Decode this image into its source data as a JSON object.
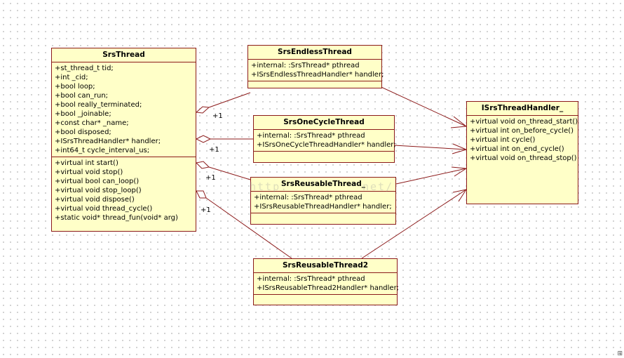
{
  "classes": [
    {
      "id": "srsthread",
      "name": "SrsThread",
      "attributes": [
        "+st_thread_t tid;",
        "+int _cid;",
        "+bool loop;",
        "+bool can_run;",
        "+bool really_terminated;",
        "+bool _joinable;",
        "+const char* _name;",
        "+bool disposed;",
        "+ISrsThreadHandler* handler;",
        "+int64_t cycle_interval_us;"
      ],
      "methods": [
        "+virtual int start()",
        "+virtual void stop()",
        "+virtual bool can_loop()",
        "+virtual void stop_loop()",
        "+virtual void dispose()",
        "+virtual void thread_cycle()",
        "+static void* thread_fun(void* arg)"
      ]
    },
    {
      "id": "endless",
      "name": "SrsEndlessThread",
      "attributes": [
        "+internal: :SrsThread* pthread",
        "+ISrsEndlessThreadHandler* handler;"
      ],
      "methods": []
    },
    {
      "id": "onecycle",
      "name": "SrsOneCycleThread",
      "attributes": [
        "+internal: :SrsThread* pthread",
        "+ISrsOneCycleThreadHandler* handler;"
      ],
      "methods": []
    },
    {
      "id": "reusable",
      "name": "SrsReusableThread_",
      "attributes": [
        "+internal: :SrsThread* pthread",
        "+ISrsReusableThreadHandler* handler;"
      ],
      "methods": []
    },
    {
      "id": "reusable2",
      "name": "SrsReusableThread2",
      "attributes": [
        "+internal: :SrsThread* pthread",
        "+ISrsReusableThread2Handler* handler;"
      ],
      "methods": []
    },
    {
      "id": "handler",
      "name": "ISrsThreadHandler_",
      "attributes": [],
      "methods": [
        "+virtual void on_thread_start()",
        "+virtual int on_before_cycle()",
        "+virtual int cycle()",
        "+virtual int on_end_cycle()",
        "+virtual void on_thread_stop()"
      ]
    }
  ],
  "associations": [
    {
      "from": "srsthread",
      "to": "endless",
      "kind": "aggregation",
      "multiplicity": "+1"
    },
    {
      "from": "srsthread",
      "to": "onecycle",
      "kind": "aggregation",
      "multiplicity": "+1"
    },
    {
      "from": "srsthread",
      "to": "reusable",
      "kind": "aggregation",
      "multiplicity": "+1"
    },
    {
      "from": "srsthread",
      "to": "reusable2",
      "kind": "aggregation",
      "multiplicity": "+1"
    }
  ],
  "dependencies": [
    {
      "from": "endless",
      "to": "handler",
      "kind": "open-arrow"
    },
    {
      "from": "onecycle",
      "to": "handler",
      "kind": "open-arrow"
    },
    {
      "from": "reusable",
      "to": "handler",
      "kind": "open-arrow"
    },
    {
      "from": "reusable2",
      "to": "handler",
      "kind": "open-arrow"
    }
  ],
  "watermark": "http:",
  "watermark_tail": "net/",
  "corner_icon": "resize-icon",
  "colors": {
    "box_fill": "#ffffc8",
    "box_border": "#8b1a1a",
    "line": "#8b1a1a"
  }
}
